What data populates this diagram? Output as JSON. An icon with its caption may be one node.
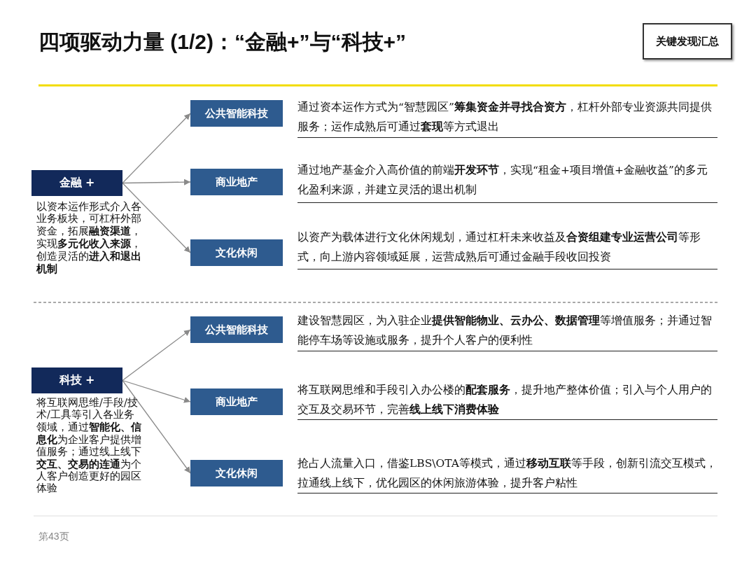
{
  "diagram": {
    "title": "四项驱动力量 (1/2)：“金融+”与“科技+”",
    "nodes": [
      {
        "text": [
          "关键发现汇总"
        ]
      },
      {
        "text": [
          "金融 +"
        ],
        "beside": [
          "以资本运作形式介入各业务板块，可杠杆外部资金，拓展**融资渠道**，实现**多元化收入来源**，创造灵活的**进入和退出机制**"
        ]
      },
      {
        "text": [
          "公共智能科技"
        ],
        "beside": [
          "通过资本运作方式为“智慧园区”**筹集资金并寻找合资方**，杠杆外部专业资源共同提供服务；运作成熟后可通过**套现**等方式退出"
        ]
      },
      {
        "text": [
          "商业地产"
        ],
        "beside": [
          "通过地产基金介入高价值的前端**开发环节**，实现“租金+项目增值+金融收益”的多元化盈利来源，并建立灵活的退出机制"
        ]
      },
      {
        "text": [
          "文化休闲"
        ],
        "beside": [
          "以资产为载体进行文化休闲规划，通过杠杆未来收益及**合资组建专业运营公司**等形式，向上游内容领域延展，运营成熟后可通过金融手段收回投资"
        ]
      },
      {
        "text": [
          "科技 +"
        ],
        "beside": [
          "将互联网思维/手段/技术/工具等引入各业务领域，通过**智能化、信息化**为企业客户提供增值服务；通过线上线下**交互、交易的连通**为个人客户创造更好的园区体验"
        ]
      },
      {
        "text": [
          "公共智能科技"
        ],
        "beside": [
          "建设智慧园区，为入驻企业**提供智能物业、云办公、数据管理**等增值服务；并通过智能停车场等设施或服务，提升个人客户的便利性"
        ]
      },
      {
        "text": [
          "商业地产"
        ],
        "beside": [
          "将互联网思维和手段引入办公楼的**配套服务**，提升地产整体价值；引入与个人用户的交互及交易环节，完善**线上线下消费体验**"
        ]
      },
      {
        "text": [
          "文化休闲"
        ],
        "beside": [
          "抢占人流量入口，借鉴LBS\\OTA等模式，通过**移动互联**等手段，创新引流交互模式，拉通线上线下，优化园区的休闲旅游体验，提升客户粘性"
        ]
      }
    ],
    "edges": [
      {
        "from": 1,
        "to": 2,
        "arrow": "to"
      },
      {
        "from": 1,
        "to": 3,
        "arrow": "to"
      },
      {
        "from": 1,
        "to": 4,
        "arrow": "to"
      },
      {
        "from": 5,
        "to": 6,
        "arrow": "to"
      },
      {
        "from": 5,
        "to": 7,
        "arrow": "to"
      },
      {
        "from": 5,
        "to": 8,
        "arrow": "to"
      }
    ],
    "labels": [
      "第43页"
    ]
  }
}
